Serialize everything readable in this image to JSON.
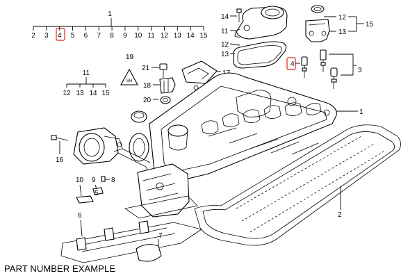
{
  "caption": "PART NUMBER EXAMPLE",
  "highlight_color": "#e0231b",
  "callouts": {
    "top_group_header": "1",
    "top_group_items": [
      "2",
      "3",
      "4",
      "5",
      "6",
      "7",
      "8",
      "9",
      "10",
      "11",
      "12",
      "13",
      "14",
      "15"
    ],
    "left_group_header": "11",
    "left_group_items": [
      "12",
      "13",
      "14",
      "15"
    ],
    "highlighted_top": "4",
    "highlighted_sensor": "4",
    "n14": "14",
    "n11a": "11",
    "n12a": "12",
    "n13a": "13",
    "n12b": "12",
    "n13b": "13",
    "n15": "15",
    "n3": "3",
    "n19": "19",
    "n21": "21",
    "n17": "17",
    "n18": "18",
    "n20": "20",
    "n1": "1",
    "n16": "16",
    "n10": "10",
    "n9": "9",
    "n8": "8",
    "n5": "5",
    "n6": "6",
    "n7": "7",
    "n2": "2",
    "badge_text": "SH"
  }
}
